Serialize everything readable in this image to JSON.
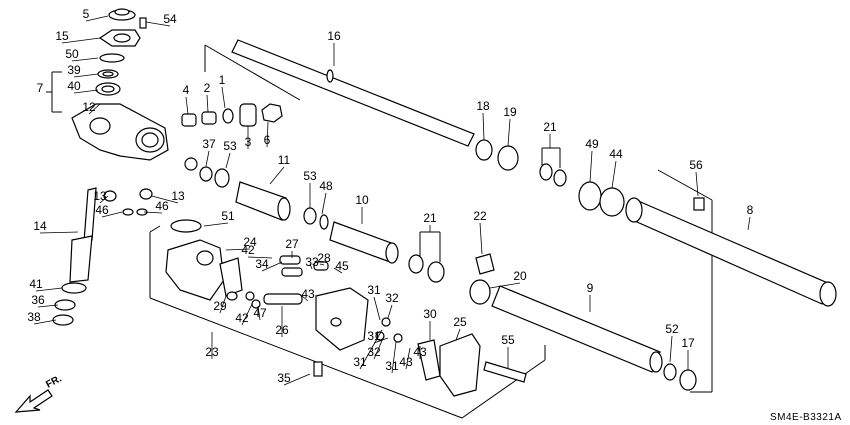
{
  "diagram": {
    "part_numbers": [
      "1",
      "2",
      "3",
      "4",
      "5",
      "6",
      "7",
      "8",
      "9",
      "10",
      "11",
      "12",
      "13",
      "13",
      "14",
      "15",
      "16",
      "17",
      "18",
      "19",
      "20",
      "21",
      "21",
      "22",
      "23",
      "24",
      "25",
      "26",
      "27",
      "28",
      "29",
      "30",
      "31",
      "31",
      "31",
      "31",
      "32",
      "32",
      "33",
      "34",
      "35",
      "36",
      "37",
      "38",
      "39",
      "40",
      "41",
      "42",
      "42",
      "43",
      "43",
      "43",
      "44",
      "45",
      "46",
      "46",
      "47",
      "48",
      "49",
      "50",
      "51",
      "52",
      "53",
      "53",
      "54",
      "55",
      "56"
    ],
    "direction_label": "FR.",
    "diagram_code": "SM4E-B3321A"
  },
  "colors": {
    "line": "#000000",
    "background": "#ffffff"
  }
}
